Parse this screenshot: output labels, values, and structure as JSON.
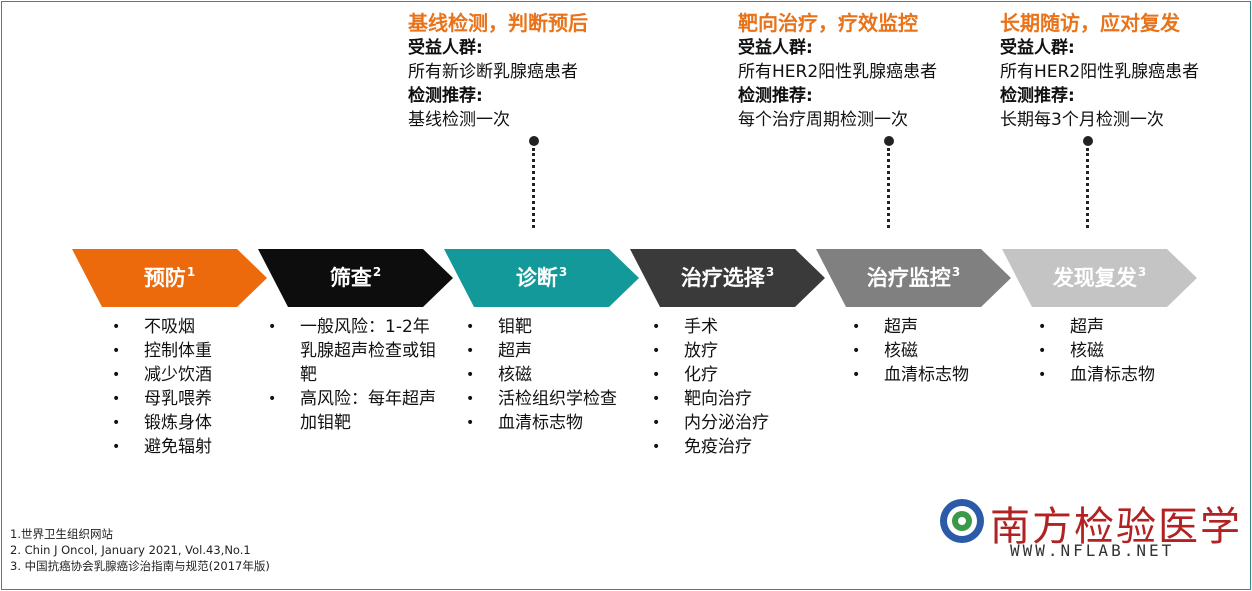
{
  "annotations": [
    {
      "heading": "基线检测，判断预后",
      "audience_label": "受益人群:",
      "audience": "所有新诊断乳腺癌患者",
      "test_label": "检测推荐:",
      "test": "基线检测一次"
    },
    {
      "heading": "靶向治疗，疗效监控",
      "audience_label": "受益人群:",
      "audience": "所有HER2阳性乳腺癌患者",
      "test_label": "检测推荐:",
      "test": "每个治疗周期检测一次"
    },
    {
      "heading": "长期随访，应对复发",
      "audience_label": "受益人群:",
      "audience": "所有HER2阳性乳腺癌患者",
      "test_label": "检测推荐:",
      "test": "长期每3个月检测一次"
    }
  ],
  "stages": [
    {
      "name": "预防",
      "ref": "1",
      "color": "#ec6a0c",
      "items": [
        "不吸烟",
        "控制体重",
        "减少饮酒",
        "母乳喂养",
        "锻炼身体",
        "避免辐射"
      ]
    },
    {
      "name": "筛查",
      "ref": "2",
      "color": "#0d0d0d",
      "items": [
        "一般风险：1-2年乳腺超声检查或钼靶",
        "高风险：每年超声加钼靶"
      ]
    },
    {
      "name": "诊断",
      "ref": "3",
      "color": "#13999a",
      "items": [
        "钼靶",
        "超声",
        "核磁",
        "活检组织学检查",
        "血清标志物"
      ]
    },
    {
      "name": "治疗选择",
      "ref": "3",
      "color": "#3a3a3a",
      "items": [
        "手术",
        "放疗",
        "化疗",
        "靶向治疗",
        "内分泌治疗",
        "免疫治疗"
      ]
    },
    {
      "name": "治疗监控",
      "ref": "3",
      "color": "#808080",
      "items": [
        "超声",
        "核磁",
        "血清标志物"
      ]
    },
    {
      "name": "发现复发",
      "ref": "3",
      "color": "#c4c4c4",
      "items": [
        "超声",
        "核磁",
        "血清标志物"
      ]
    }
  ],
  "references": [
    "1.世界卫生组织网站",
    "2. Chin J Oncol, January 2021, Vol.43,No.1",
    "3. 中国抗癌协会乳腺癌诊治指南与规范(2017年版)"
  ],
  "brand": {
    "name": "南方检验医学",
    "url": "WWW.NFLAB.NET"
  }
}
